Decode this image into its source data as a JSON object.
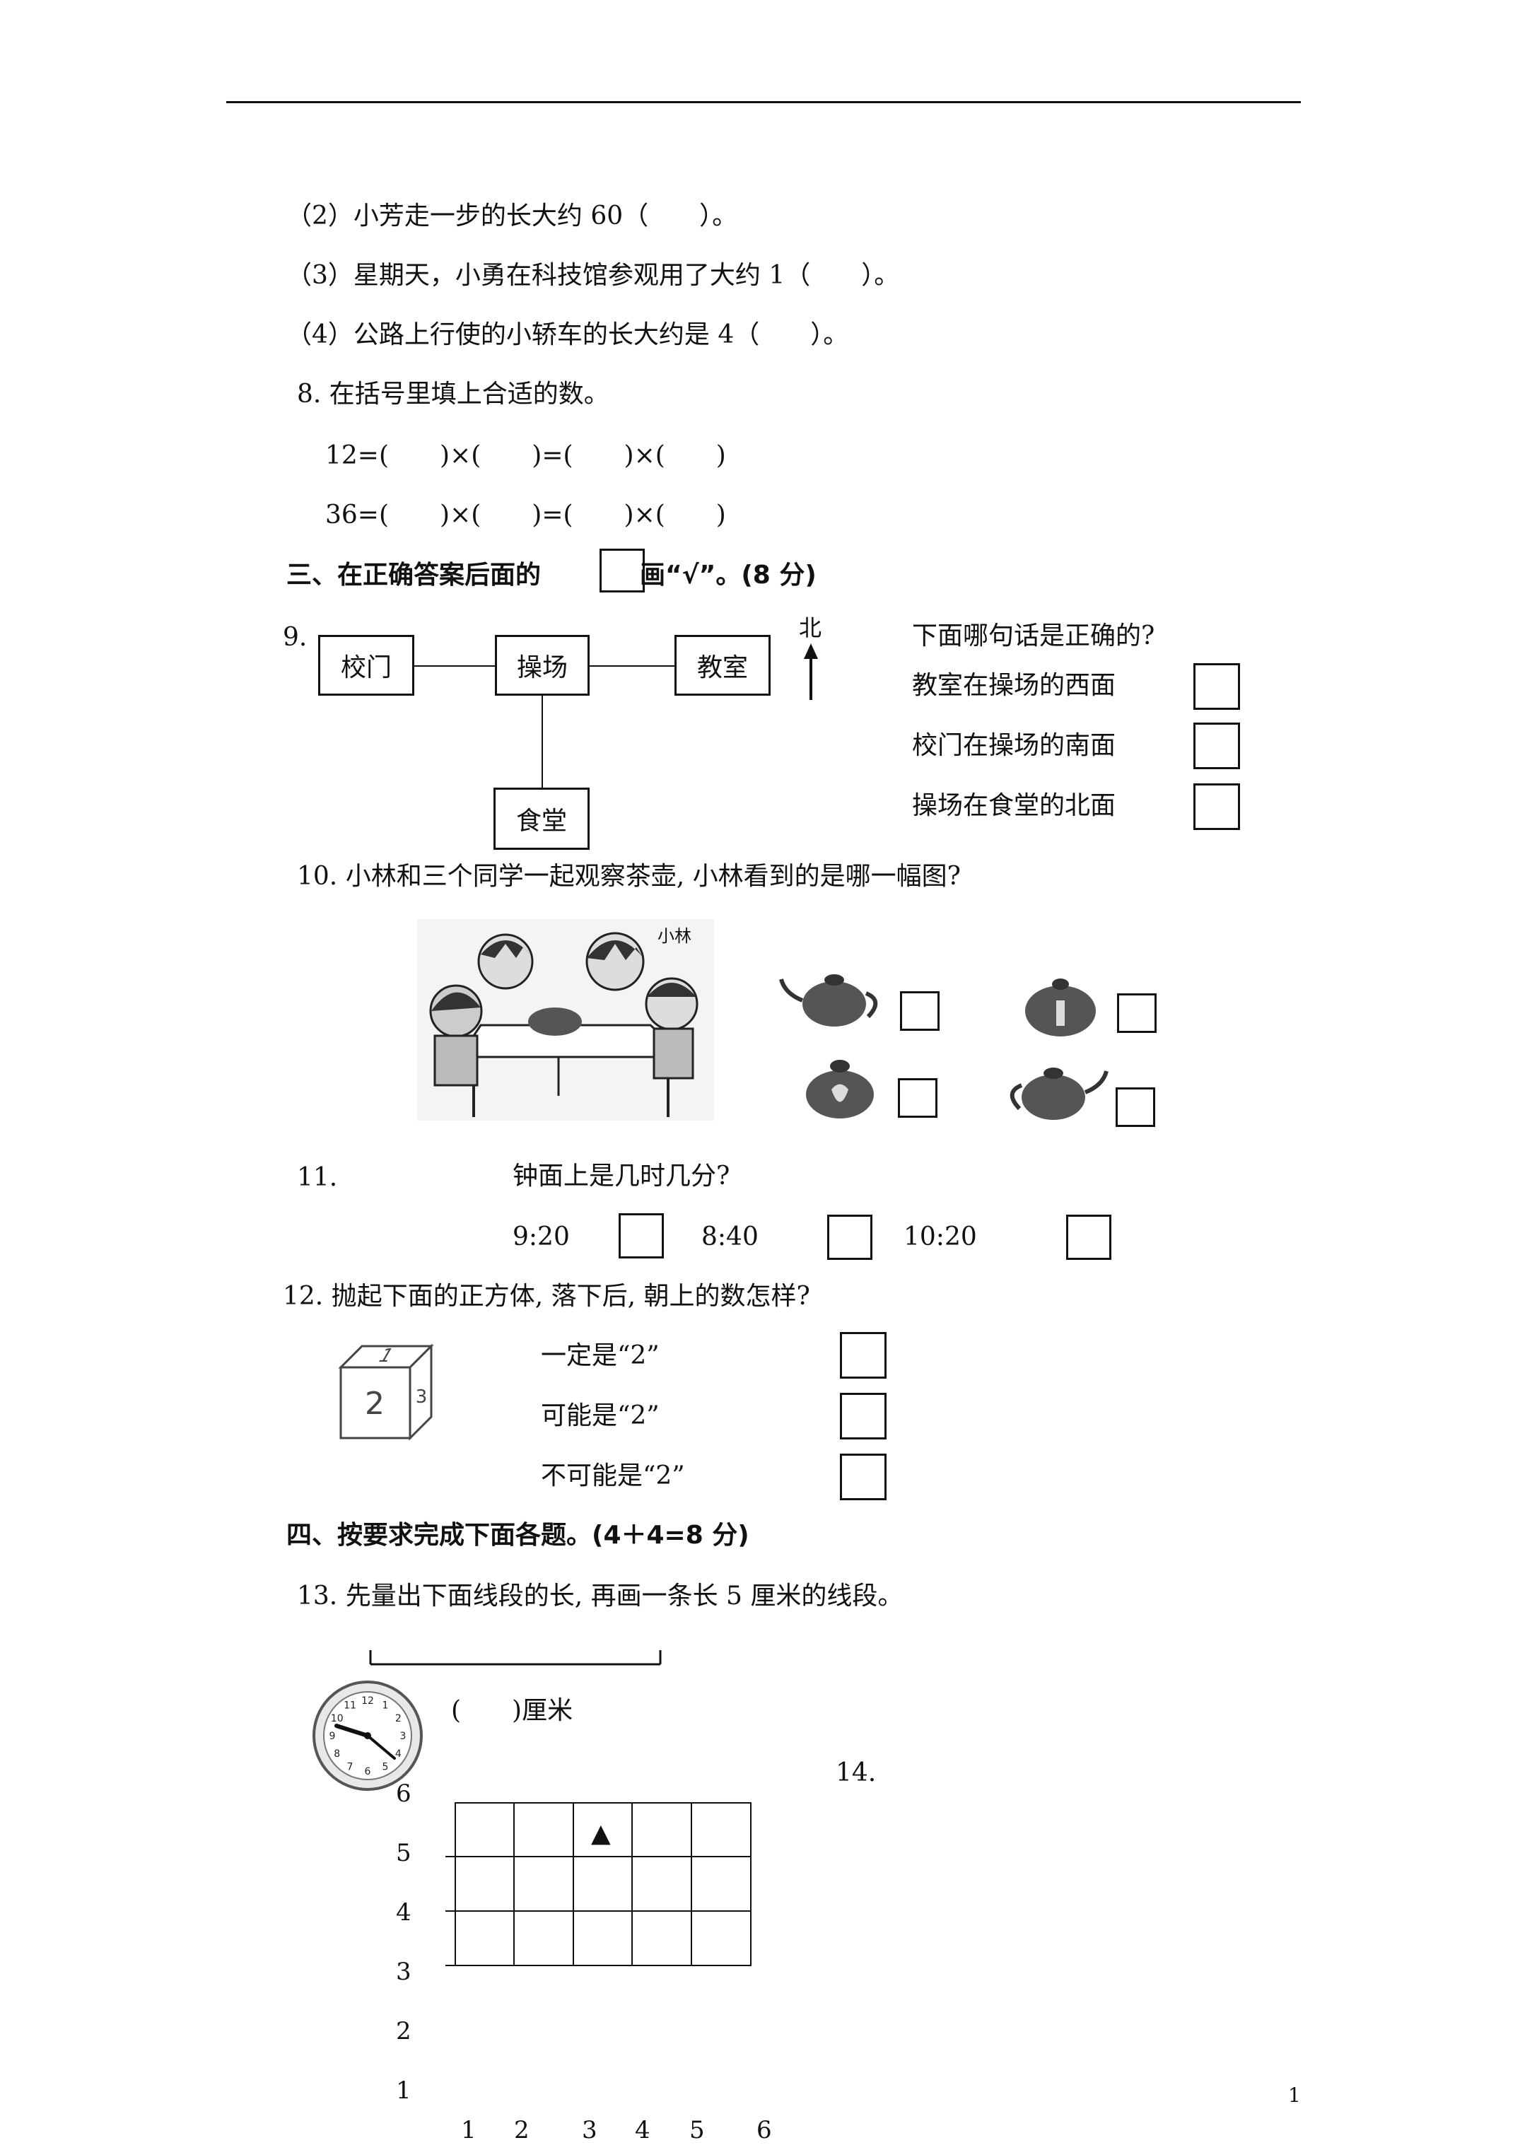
{
  "q7": {
    "item2": "（2）小芳走一步的长大约 60（　　）。",
    "item3": "（3）星期天，小勇在科技馆参观用了大约 1（　　）。",
    "item4": "（4）公路上行使的小轿车的长大约是 4（　　）。"
  },
  "q8": {
    "title": "8. 在括号里填上合适的数。",
    "line1": "12=(　　)×(　　)=(　　)×(　　)",
    "line2": "36=(　　)×(　　)=(　　)×(　　)"
  },
  "section3": {
    "heading_left": "三、在正确答案后面的",
    "heading_right": "画“√”。(8 分)"
  },
  "q9": {
    "number": "9.",
    "boxes": {
      "gate": "校门",
      "playground": "操场",
      "classroom": "教室",
      "canteen": "食堂"
    },
    "north": "北",
    "question": "下面哪句话是正确的?",
    "options": [
      "教室在操场的西面",
      "校门在操场的南面",
      "操场在食堂的北面"
    ]
  },
  "q10": {
    "text": "10. 小林和三个同学一起观察茶壶, 小林看到的是哪一幅图?",
    "name_tag": "小林"
  },
  "q11": {
    "number": "11.",
    "question": "钟面上是几时几分?",
    "options": [
      "9:20",
      "8:40",
      "10:20"
    ],
    "clock_numbers": [
      "12",
      "1",
      "2",
      "3",
      "4",
      "5",
      "6",
      "7",
      "8",
      "9",
      "10",
      "11"
    ]
  },
  "q12": {
    "text": "12. 抛起下面的正方体, 落下后, 朝上的数怎样?",
    "cube_faces": {
      "front": "2",
      "top": "1",
      "side": "3"
    },
    "options": [
      "一定是“2”",
      "可能是“2”",
      "不可能是“2”"
    ]
  },
  "section4": {
    "heading": "四、按要求完成下面各题。(4＋4=8 分)"
  },
  "q13": {
    "text": "13. 先量出下面线段的长, 再画一条长 5 厘米的线段。",
    "answer": "(　　)厘米"
  },
  "q14": {
    "number": "14.",
    "y_labels": [
      "6",
      "5",
      "4",
      "3",
      "2",
      "1"
    ],
    "x_labels": [
      "1",
      "2",
      "3",
      "4",
      "5",
      "6"
    ],
    "marker": "▲"
  },
  "page_number": "1"
}
